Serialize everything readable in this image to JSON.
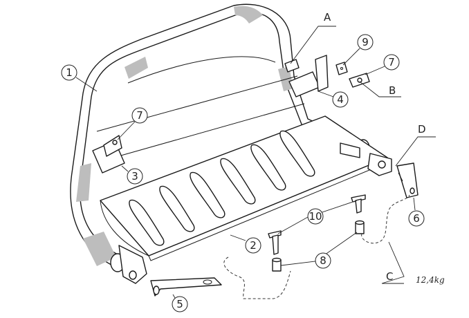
{
  "diagram": {
    "parts": [
      "1",
      "2",
      "3",
      "4",
      "5",
      "6",
      "7",
      "7",
      "8",
      "9",
      "10"
    ],
    "connections": [
      "A",
      "B",
      "C",
      "D"
    ],
    "weight": "12,4kg",
    "colors": {
      "line": "#1a1a1a",
      "shade": "#bdbdbd",
      "background": "#ffffff"
    }
  }
}
